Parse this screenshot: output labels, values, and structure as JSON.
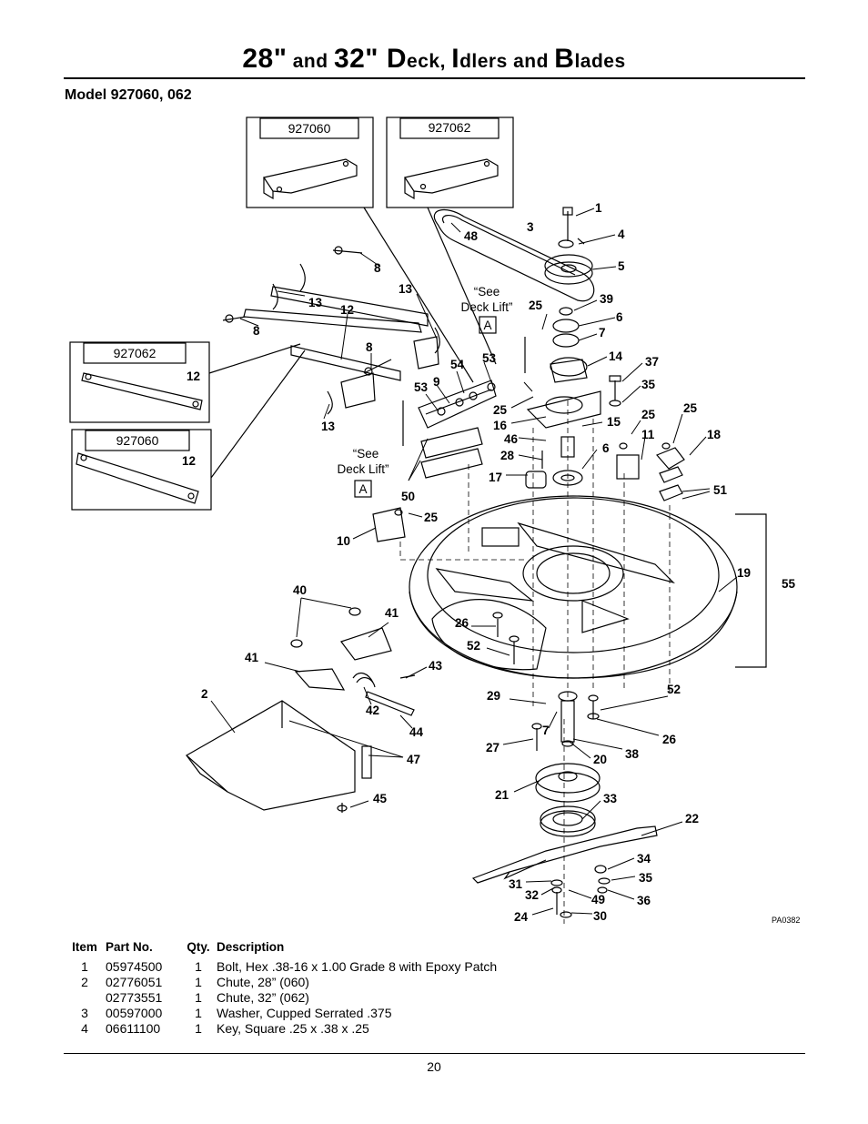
{
  "header": {
    "title_parts": [
      "28\"",
      " and ",
      "32\"",
      " D",
      "eck, ",
      "I",
      "dlers and ",
      "B",
      "lades"
    ],
    "model": "Model 927060, 062"
  },
  "inset_boxes": {
    "top_left": "927060",
    "top_right": "927062",
    "mid_upper": "927062",
    "mid_lower": "927060"
  },
  "notes": {
    "see_deck_lift_1": "“See",
    "see_deck_lift_2": "Deck Lift”",
    "marker": "A",
    "drawing_code": "PA0382"
  },
  "callouts": {
    "c1": "1",
    "c2": "2",
    "c3": "3",
    "c4": "4",
    "c5": "5",
    "c6": "6",
    "c7": "7",
    "c8": "8",
    "c9": "9",
    "c10": "10",
    "c11": "11",
    "c12": "12",
    "c13": "13",
    "c14": "14",
    "c15": "15",
    "c16": "16",
    "c17": "17",
    "c18": "18",
    "c19": "19",
    "c20": "20",
    "c21": "21",
    "c22": "22",
    "c24": "24",
    "c25": "25",
    "c26": "26",
    "c27": "27",
    "c28": "28",
    "c29": "29",
    "c30": "30",
    "c31": "31",
    "c32": "32",
    "c33": "33",
    "c34": "34",
    "c35": "35",
    "c36": "36",
    "c37": "37",
    "c38": "38",
    "c39": "39",
    "c40": "40",
    "c41": "41",
    "c42": "42",
    "c43": "43",
    "c44": "44",
    "c45": "45",
    "c46": "46",
    "c47": "47",
    "c48": "48",
    "c49": "49",
    "c50": "50",
    "c51": "51",
    "c52": "52",
    "c53": "53",
    "c54": "54",
    "c55": "55"
  },
  "parts_table": {
    "headers": {
      "item": "Item",
      "part": "Part No.",
      "qty": "Qty.",
      "desc": "Description"
    },
    "rows": [
      {
        "item": "1",
        "part": "05974500",
        "qty": "1",
        "desc": "Bolt, Hex .38-16 x 1.00 Grade 8 with Epoxy Patch"
      },
      {
        "item": "2",
        "part": "02776051",
        "qty": "1",
        "desc": "Chute, 28”  (060)"
      },
      {
        "item": "",
        "part": "02773551",
        "qty": "1",
        "desc": "Chute, 32”  (062)"
      },
      {
        "item": "3",
        "part": "00597000",
        "qty": "1",
        "desc": "Washer, Cupped Serrated .375"
      },
      {
        "item": "4",
        "part": "06611100",
        "qty": "1",
        "desc": "Key, Square .25  x  .38  x  .25"
      }
    ]
  },
  "footer": {
    "page": "20"
  }
}
